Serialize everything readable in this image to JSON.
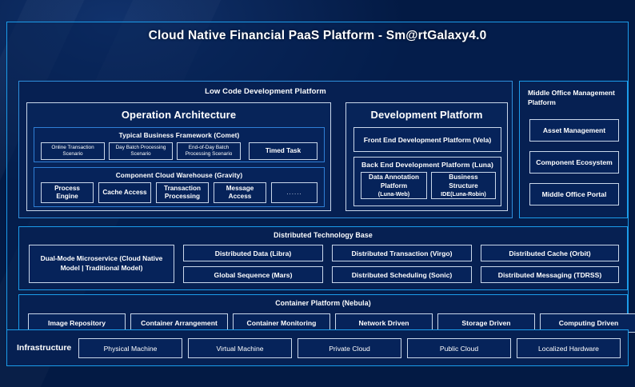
{
  "title": "Cloud Native Financial PaaS Platform - Sm@rtGalaxy4.0",
  "colors": {
    "background": "#031a44",
    "accent": "#1b9cea",
    "panel": "#062052",
    "border_light": "#c9d7ea",
    "text": "#ffffff"
  },
  "low_code": {
    "title": "Low Code Development Platform",
    "operation_architecture": {
      "title": "Operation Architecture",
      "typical_business_framework": {
        "title": "Typical Business Framework (Comet)",
        "items": [
          "Online Transaction Scenario",
          "Day Batch Processing Scenario",
          "End-of-Day Batch Processing Scenario",
          "Timed Task"
        ]
      },
      "component_cloud_warehouse": {
        "title": "Component Cloud Warehouse (Gravity)",
        "items": [
          "Process Engine",
          "Cache Access",
          "Transaction Processing",
          "Message Access",
          "......"
        ]
      }
    },
    "development_platform": {
      "title": "Development Platform",
      "front_end": "Front End Development Platform (Vela)",
      "back_end": {
        "title": "Back End Development Platform (Luna)",
        "items": [
          {
            "name": "Data Annotation Platform",
            "sub": "(Luna-Web)"
          },
          {
            "name": "Business Structure",
            "sub": "IDE(Luna-Robin)"
          }
        ]
      }
    }
  },
  "middle_office": {
    "title": "Middle Office Management Platform",
    "items": [
      "Asset Management",
      "Component Ecosystem",
      "Middle Office Portal"
    ]
  },
  "distributed_technology_base": {
    "title": "Distributed Technology Base",
    "dual_mode": "Dual-Mode Microservice (Cloud Native Model | Traditional Model)",
    "cells": [
      "Distributed Data (Libra)",
      "Distributed Transaction (Virgo)",
      "Distributed Cache (Orbit)",
      "Global Sequence (Mars)",
      "Distributed Scheduling (Sonic)",
      "Distributed Messaging (TDRSS)"
    ]
  },
  "container_platform": {
    "title": "Container Platform (Nebula)",
    "items": [
      "Image Repository",
      "Container Arrangement",
      "Container Monitoring",
      "Network Driven",
      "Storage Driven",
      "Computing Driven"
    ]
  },
  "infrastructure": {
    "label": "Infrastructure",
    "items": [
      "Physical Machine",
      "Virtual Machine",
      "Private Cloud",
      "Public Cloud",
      "Localized Hardware"
    ]
  }
}
